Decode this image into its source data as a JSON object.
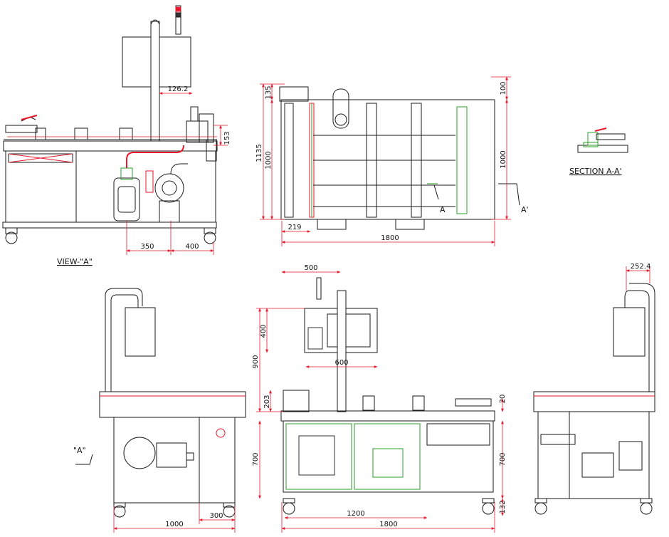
{
  "view_a_title": "VIEW-\"A\"",
  "section_title": "SECTION  A-A'",
  "view_a_marker": "\"A\"",
  "section_markers": [
    "A",
    "A'"
  ],
  "dimensions": {
    "d126": "126.2",
    "d153": "153",
    "d350": "350",
    "d400a": "400",
    "d135": "135",
    "d1135": "1135",
    "d1000a": "1000",
    "d100": "100",
    "d1000b": "1000",
    "d219": "219",
    "d1800a": "1800",
    "d500": "500",
    "d400b": "400",
    "d900": "900",
    "d600": "600",
    "d203": "203",
    "d20": "20",
    "d700a": "700",
    "d700b": "700",
    "d1200": "1200",
    "d132": "132",
    "d1800b": "1800",
    "d1000c": "1000",
    "d300": "300",
    "d252": "252.4"
  },
  "colors": {
    "line": "#1a1a1a",
    "dimension": "#e8192c",
    "accent_green": "#2aa02a",
    "accent_red": "#e8192c"
  }
}
